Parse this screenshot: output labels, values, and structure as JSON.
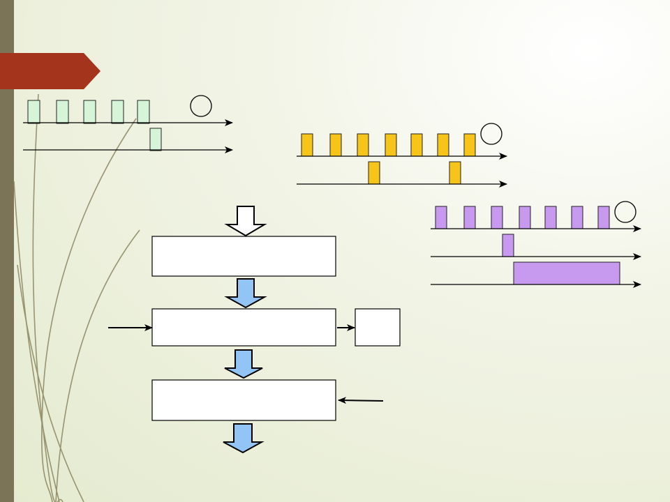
{
  "slide": {
    "title": "",
    "colors": {
      "background": "#eef2dc",
      "left_bar": "#7b7456",
      "banner": "#a5341c",
      "green_pulse": "#d6f5d8",
      "yellow_pulse": "#f7c51a",
      "purple_pulse": "#c79af0",
      "block_arrow": "#92c4f5",
      "stroke": "#000000"
    }
  },
  "timing_diagrams": [
    {
      "id": "a",
      "marker_label": "",
      "pulse_color": "#d6f5d8",
      "traces": [
        {
          "pulse_count": 5
        },
        {
          "pulse_count": 1
        }
      ]
    },
    {
      "id": "b",
      "marker_label": "",
      "pulse_color": "#f7c51a",
      "traces": [
        {
          "pulse_count": 7
        },
        {
          "pulse_count": 2
        }
      ]
    },
    {
      "id": "c",
      "marker_label": "",
      "pulse_color": "#c79af0",
      "traces": [
        {
          "pulse_count": 7
        },
        {
          "pulse_count": 1
        },
        {
          "pulse_count": 1
        }
      ]
    }
  ],
  "flowchart": {
    "blocks": [
      {
        "id": "block-1",
        "label": ""
      },
      {
        "id": "block-2",
        "label": ""
      },
      {
        "id": "block-side",
        "label": ""
      },
      {
        "id": "block-3",
        "label": ""
      }
    ],
    "block_arrows": [
      {
        "id": "arrow-in",
        "style": "outline"
      },
      {
        "id": "arrow-1-2",
        "style": "filled"
      },
      {
        "id": "arrow-2-3",
        "style": "filled"
      },
      {
        "id": "arrow-out",
        "style": "filled"
      }
    ],
    "line_arrows": [
      {
        "id": "input-left-arrow"
      },
      {
        "id": "to-side-block-arrow"
      },
      {
        "id": "input-right-arrow"
      }
    ]
  }
}
